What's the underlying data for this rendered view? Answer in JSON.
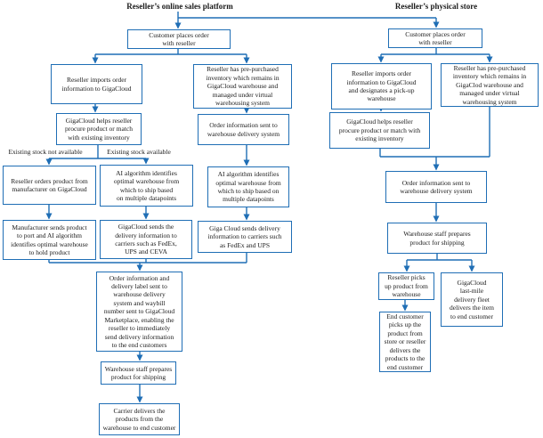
{
  "colors": {
    "accent": "#1f6eb5",
    "text": "#1a1a1a",
    "background": "#ffffff"
  },
  "left": {
    "title": "Reseller’s online sales platform",
    "nodes": {
      "customer_order": "Customer places order\nwith reseller",
      "imports_order": "Reseller imports order\ninformation to GigaCloud",
      "procure_match": "GigaCloud helps reseller\nprocure product or match\nwith existing inventory",
      "orders_manufacturer": "Reseller orders product from\nmanufacturer on GigaCloud",
      "ai_warehouse": "AI algorithm identifies\noptimal warehouse from\nwhich to ship based\non multiple datapoints",
      "manufacturer_sends": "Manufacturer sends product\nto port and AI algorithm\nidentifies optimal warehouse\nto hold product",
      "gigacloud_carriers": "GigaCloud sends the\ndelivery information to\ncarriers such as FedEx,\nUPS and CEVA",
      "prepurchased": "Reseller has pre-purchased\ninventory which remains in\nGigaCloud warehouse and\nmanaged under virtual\nwarehousing system",
      "order_info_sent": "Order information sent to\nwarehouse delivery system",
      "ai_warehouse_2": "AI algorithm identifies\noptimal warehouse from\nwhich to ship based on\nmultiple datapoints",
      "gigacloud_carriers_2": "Giga Cloud sends delivery\ninformation to carriers such\nas FedEx and UPS",
      "order_label_waybill": "Order information and\ndelivery label sent to\nwarehouse delivery\nsystem and waybill\nnumber sent to GigaCloud\nMarketplace, enabling the\nreseller to immediately\nsend delivery information\nto the end customers",
      "warehouse_staff": "Warehouse staff prepares\nproduct for shipping",
      "carrier_delivers": "Carrier delivers the\nproducts from the\nwarehouse to end customer"
    },
    "branch_labels": {
      "not_available": "Existing stock not available",
      "available": "Existing stock available"
    }
  },
  "right": {
    "title": "Reseller’s physical store",
    "nodes": {
      "customer_order": "Customer places order\nwith reseller",
      "imports_order": "Reseller imports order\ninformation to GigaCloud\nand designates a pick-up\nwarehouse",
      "prepurchased": "Reseller has pre-purchased\ninventory which remains in\nGigaClod warehouse and\nmanaged under virtual\nwarehousing system",
      "procure_match": "GigaCloud helps reseller\nprocure product or match with\nexisting inventory",
      "order_info_sent": "Order information sent to\nwarehouse delivery system",
      "warehouse_staff": "Warehouse staff prepares\nproduct for shipping",
      "reseller_picks_up": "Reseller picks\nup product from\nwarehouse",
      "lastmile_fleet": "GigaCloud\nlast-mile\ndelivery fleet\ndelivers the item\nto end customer",
      "end_customer": "End customer\npicks up the\nproduct from\nstore or reseller\ndelivers the\nproducts to the\nend customer"
    }
  }
}
